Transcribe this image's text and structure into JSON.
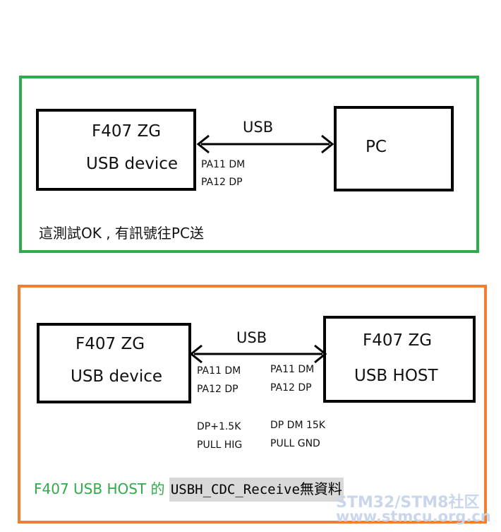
{
  "colors": {
    "panel_top_border": "#2eab4a",
    "panel_bottom_border": "#ef7f33",
    "caption_bottom_text": "#2eab4a",
    "code_highlight": "#d9d9d9",
    "watermark": "#c9d6ec"
  },
  "top_panel": {
    "device_box": {
      "line1": "F407 ZG",
      "line2": "USB device"
    },
    "link_label": "USB",
    "pins": [
      "PA11 DM",
      "PA12 DP"
    ],
    "pc_box": {
      "label": "PC"
    },
    "caption": "這測試OK , 有訊號往PC送"
  },
  "bottom_panel": {
    "device_box": {
      "line1": "F407 ZG",
      "line2": "USB device"
    },
    "host_box": {
      "line1": "F407 ZG",
      "line2": "USB HOST"
    },
    "link_label": "USB",
    "left_pins": [
      "PA11 DM",
      "PA12 DP"
    ],
    "right_pins": [
      "PA11 DM",
      "PA12 DP"
    ],
    "left_pull": [
      "DP+1.5K",
      "PULL HIG"
    ],
    "right_pull": [
      "DP DM 15K",
      "PULL GND"
    ],
    "caption_prefix": "F407 USB HOST 的 ",
    "caption_code": "USBH_CDC_Receive",
    "caption_suffix": "無資料"
  },
  "watermark": {
    "line1": "STM32/STM8社区",
    "line2": "www.stmcu.org.cn"
  }
}
